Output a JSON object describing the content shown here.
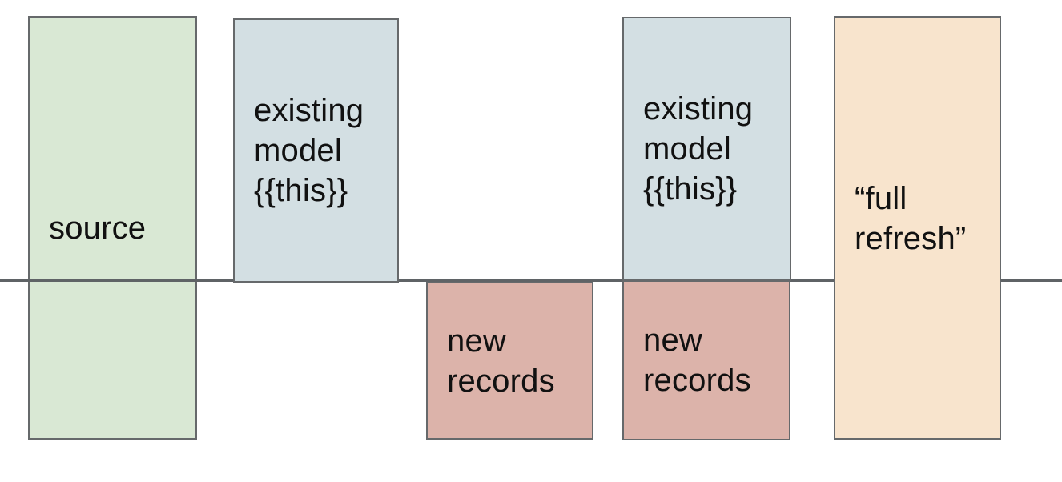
{
  "diagram": {
    "colors": {
      "background": "#ffffff",
      "box_border": "#66696b",
      "baseline_line": "#5f6366",
      "text": "#111111",
      "source_fill": "#d9e8d4",
      "existing_model_fill": "#d3dfe3",
      "new_records_fill": "#dcb3aa",
      "full_refresh_fill": "#f8e4cd"
    },
    "boxes": [
      {
        "name": "source",
        "fill": "#d9e8d4",
        "lines": [
          "source"
        ]
      },
      {
        "name": "existing-model-1",
        "fill": "#d3dfe3",
        "lines": [
          "existing",
          "model",
          "{{this}}"
        ]
      },
      {
        "name": "new-records-1",
        "fill": "#dcb3aa",
        "lines": [
          "new",
          "records"
        ]
      },
      {
        "name": "existing-model-2",
        "fill": "#d3dfe3",
        "lines": [
          "existing",
          "model",
          "{{this}}"
        ]
      },
      {
        "name": "new-records-2",
        "fill": "#dcb3aa",
        "lines": [
          "new",
          "records"
        ]
      },
      {
        "name": "full-refresh",
        "fill": "#f8e4cd",
        "lines": [
          "“full",
          "refresh”"
        ]
      }
    ]
  }
}
